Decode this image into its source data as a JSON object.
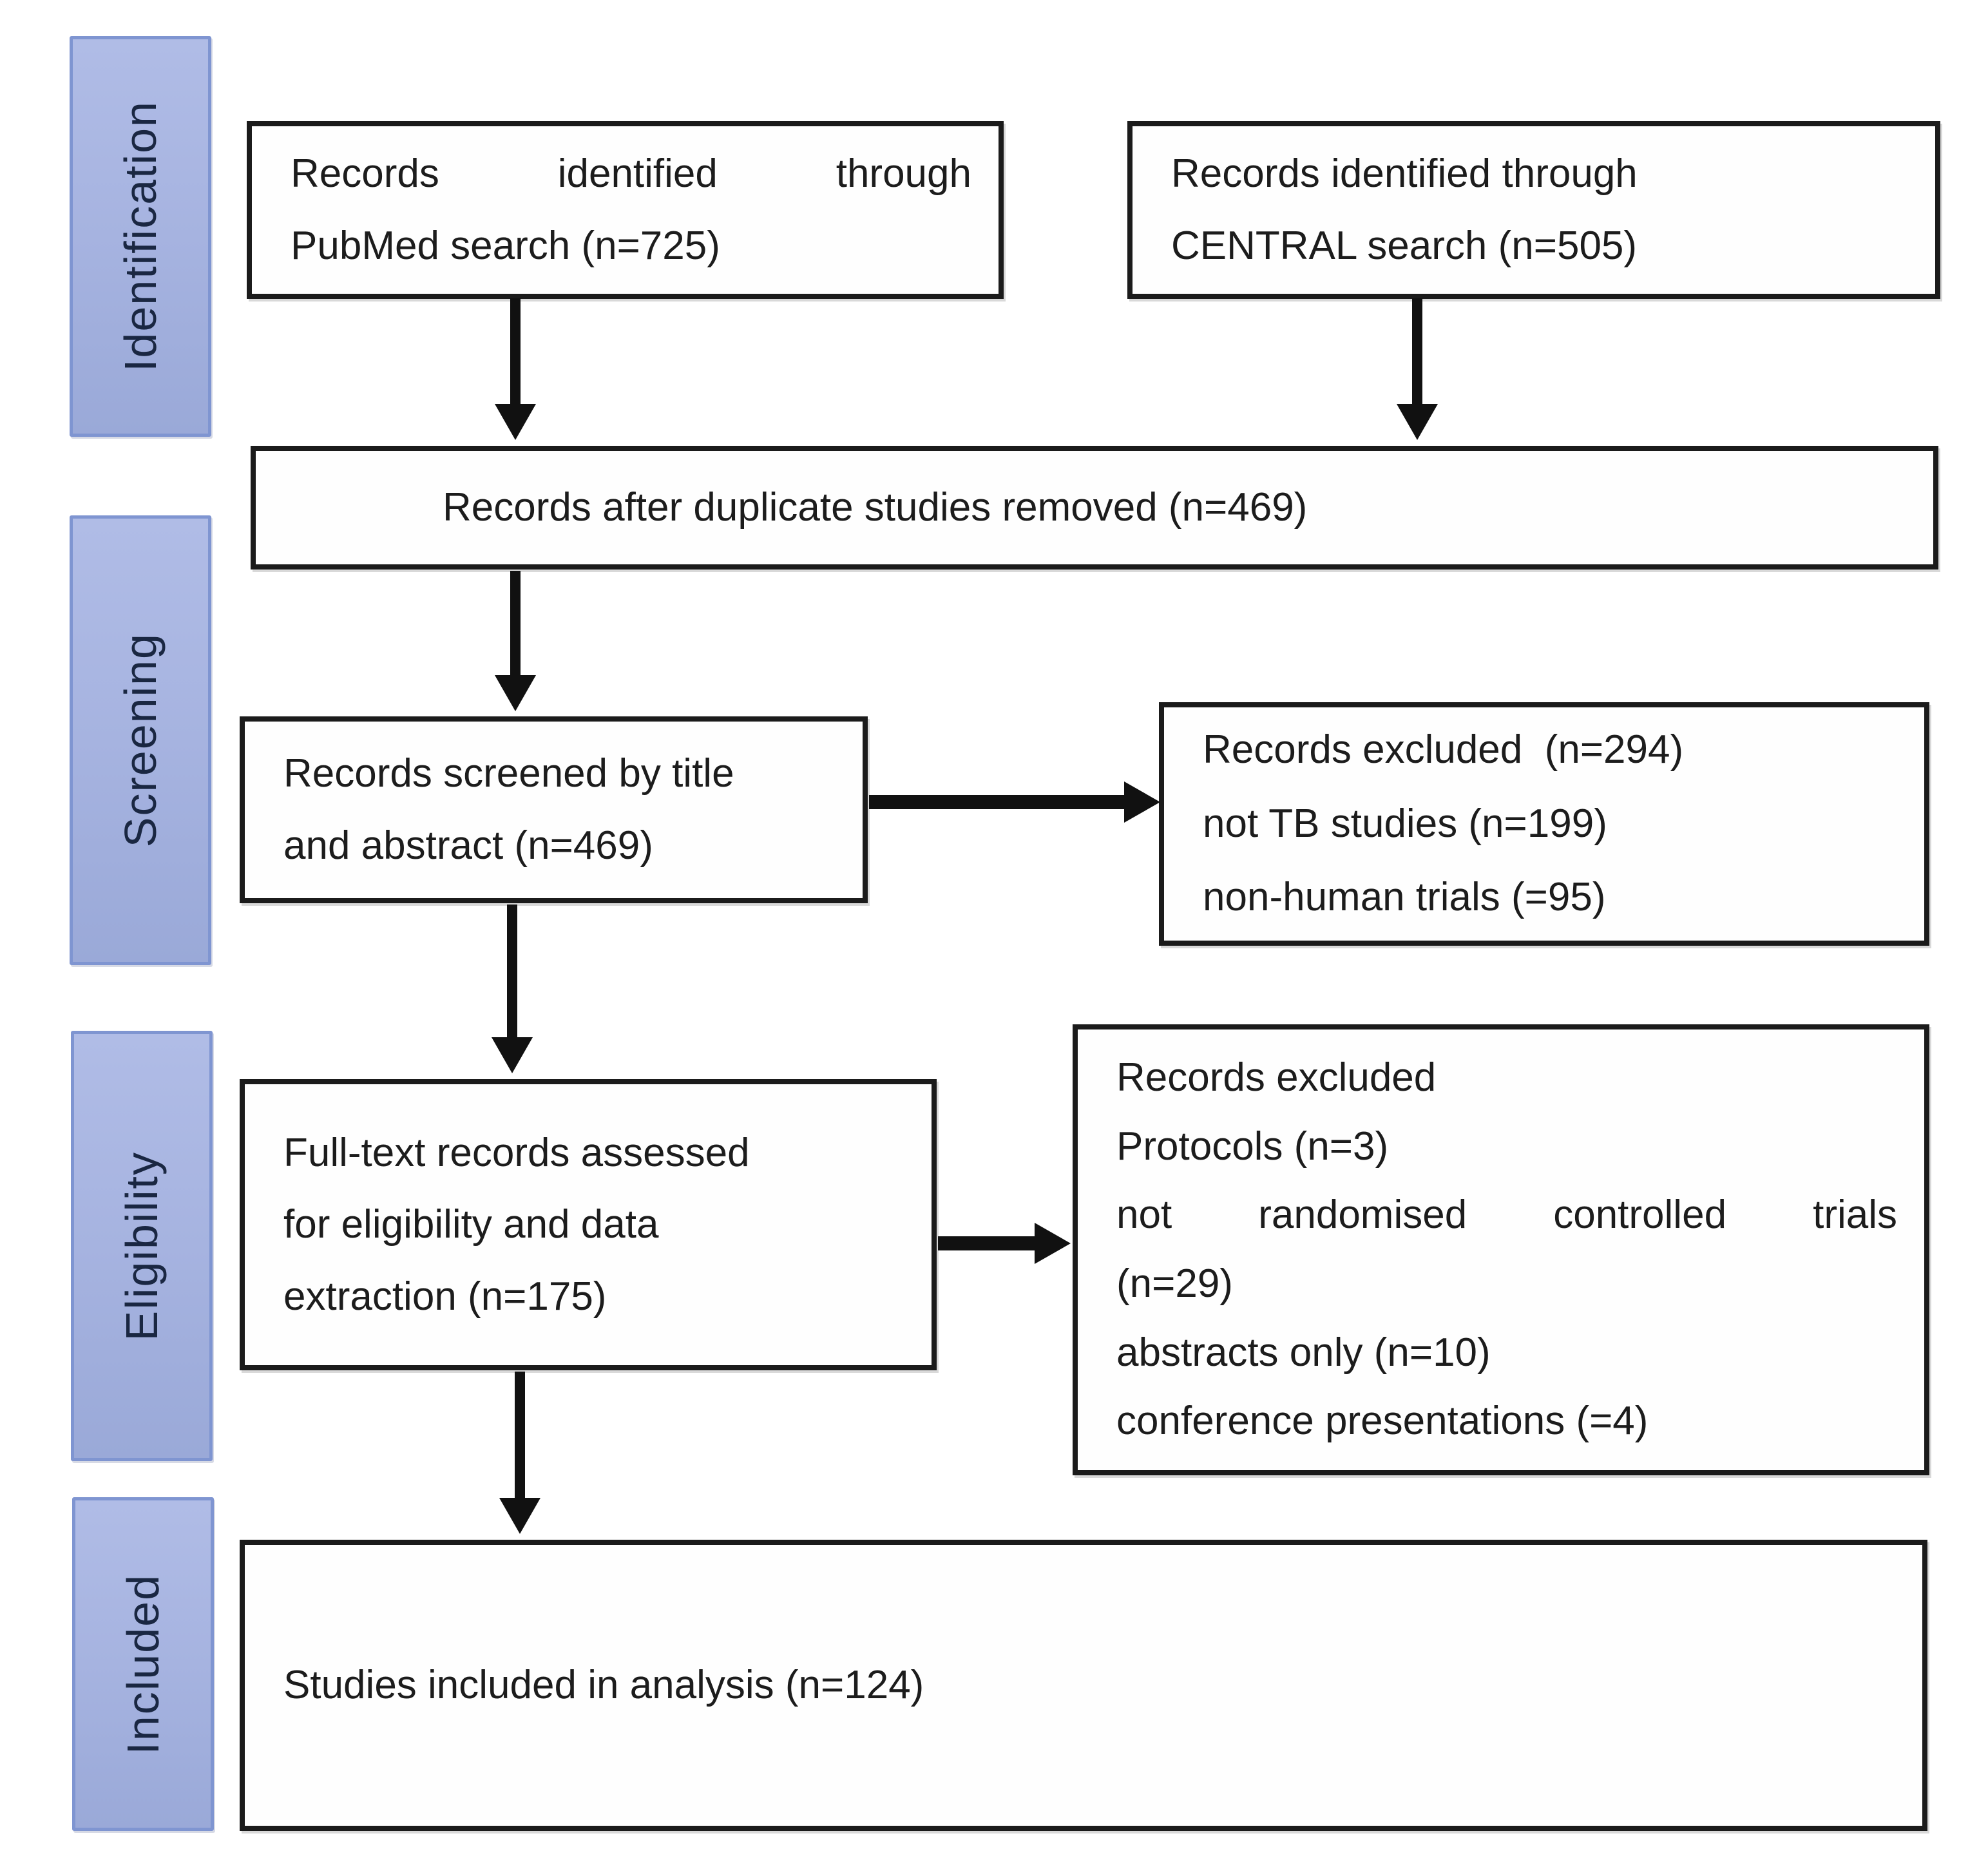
{
  "diagram_title": "PRISMA study selection flow diagram",
  "colors": {
    "stage_fill": "#a6b3e0",
    "stage_border": "#7f95d1",
    "box_border": "#1b1b1b",
    "arrow": "#111111",
    "stage_text": "#1a2742",
    "body_text": "#1c1c1c"
  },
  "stages": [
    {
      "label": "Identification"
    },
    {
      "label": "Screening"
    },
    {
      "label": "Eligibility"
    },
    {
      "label": "Included"
    }
  ],
  "boxes": {
    "pubmed": {
      "lines": [
        "Records identified through",
        "PubMed search (n=725)"
      ]
    },
    "central": {
      "lines": [
        "Records identified through",
        "CENTRAL search (n=505)"
      ]
    },
    "dedup": {
      "lines": [
        "Records after duplicate studies removed (n=469)"
      ]
    },
    "screened": {
      "lines": [
        "Records screened by title",
        "and abstract (n=469)"
      ]
    },
    "excluded_screening": {
      "lines": [
        "Records excluded  (n=294)",
        "not TB studies (n=199)",
        "non-human trials (=95)"
      ]
    },
    "fulltext": {
      "lines": [
        "Full-text records assessed",
        "for eligibility and data",
        "extraction (n=175)"
      ]
    },
    "excluded_eligibility": {
      "lines": [
        "Records excluded",
        "Protocols (n=3)",
        "not randomised controlled trials",
        "(n=29)",
        "abstracts only (n=10)",
        "conference presentations (=4)"
      ]
    },
    "included": {
      "lines": [
        "Studies included in analysis (n=124)"
      ]
    }
  }
}
